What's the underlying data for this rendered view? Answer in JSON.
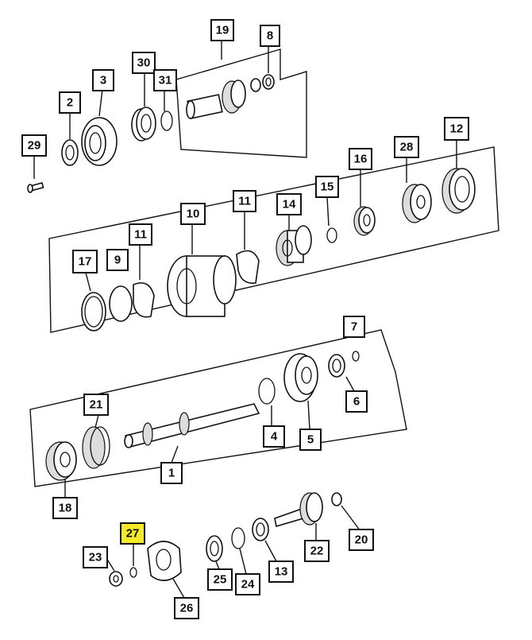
{
  "callouts": [
    {
      "id": "c19",
      "label": "19",
      "highlight": false
    },
    {
      "id": "c8",
      "label": "8",
      "highlight": false
    },
    {
      "id": "c30",
      "label": "30",
      "highlight": false
    },
    {
      "id": "c31",
      "label": "31",
      "highlight": false
    },
    {
      "id": "c3",
      "label": "3",
      "highlight": false
    },
    {
      "id": "c2",
      "label": "2",
      "highlight": false
    },
    {
      "id": "c29",
      "label": "29",
      "highlight": false
    },
    {
      "id": "c12",
      "label": "12",
      "highlight": false
    },
    {
      "id": "c28",
      "label": "28",
      "highlight": false
    },
    {
      "id": "c16",
      "label": "16",
      "highlight": false
    },
    {
      "id": "c15",
      "label": "15",
      "highlight": false
    },
    {
      "id": "c14",
      "label": "14",
      "highlight": false
    },
    {
      "id": "c11a",
      "label": "11",
      "highlight": false
    },
    {
      "id": "c10",
      "label": "10",
      "highlight": false
    },
    {
      "id": "c11b",
      "label": "11",
      "highlight": false
    },
    {
      "id": "c9",
      "label": "9",
      "highlight": false
    },
    {
      "id": "c17",
      "label": "17",
      "highlight": false
    },
    {
      "id": "c7",
      "label": "7",
      "highlight": false
    },
    {
      "id": "c6",
      "label": "6",
      "highlight": false
    },
    {
      "id": "c5",
      "label": "5",
      "highlight": false
    },
    {
      "id": "c4",
      "label": "4",
      "highlight": false
    },
    {
      "id": "c21",
      "label": "21",
      "highlight": false
    },
    {
      "id": "c1",
      "label": "1",
      "highlight": false
    },
    {
      "id": "c18",
      "label": "18",
      "highlight": false
    },
    {
      "id": "c20",
      "label": "20",
      "highlight": false
    },
    {
      "id": "c22",
      "label": "22",
      "highlight": false
    },
    {
      "id": "c13",
      "label": "13",
      "highlight": false
    },
    {
      "id": "c24",
      "label": "24",
      "highlight": false
    },
    {
      "id": "c25",
      "label": "25",
      "highlight": false
    },
    {
      "id": "c27",
      "label": "27",
      "highlight": true
    },
    {
      "id": "c23",
      "label": "23",
      "highlight": false
    },
    {
      "id": "c26",
      "label": "26",
      "highlight": false
    }
  ],
  "colors": {
    "highlight": "#f4ea2a",
    "line": "#111111",
    "background": "#ffffff"
  }
}
